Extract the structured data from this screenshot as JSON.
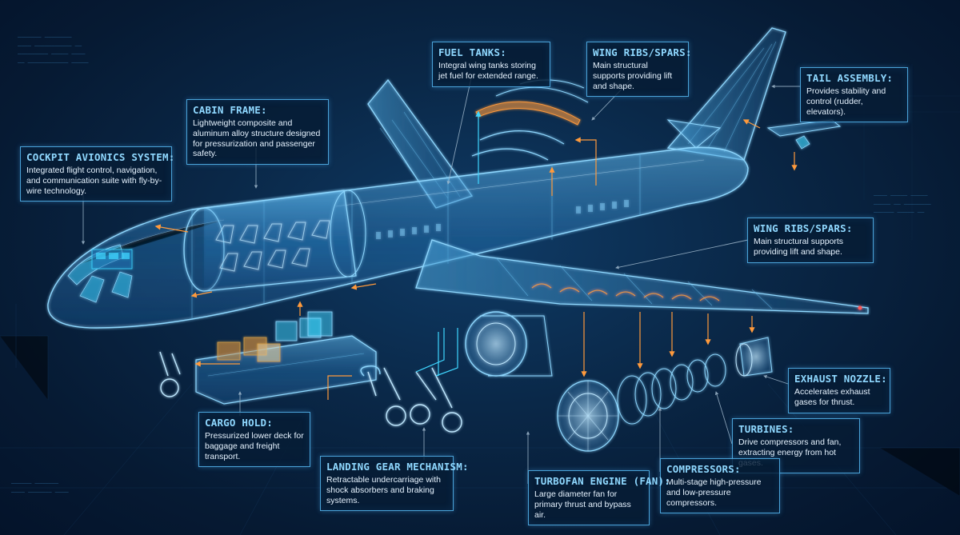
{
  "callouts": {
    "cockpit": {
      "title": "COCKPIT AVIONICS SYSTEM:",
      "desc": "Integrated flight control, navigation, and communication suite with fly-by-wire technology."
    },
    "cabin": {
      "title": "CABIN FRAME:",
      "desc": "Lightweight composite and aluminum alloy structure designed for pressurization and passenger safety."
    },
    "fuel": {
      "title": "FUEL TANKS:",
      "desc": "Integral wing tanks storing jet fuel for extended range."
    },
    "wing_ribs_top": {
      "title": "WING RIBS/SPARS:",
      "desc": "Main structural supports providing lift and shape."
    },
    "tail": {
      "title": "TAIL ASSEMBLY:",
      "desc": "Provides stability and control (rudder, elevators)."
    },
    "wing_ribs_mid": {
      "title": "WING RIBS/SPARS:",
      "desc": "Main structural supports providing lift and shape."
    },
    "exhaust": {
      "title": "EXHAUST NOZZLE:",
      "desc": "Accelerates exhaust gases for thrust."
    },
    "turbines": {
      "title": "TURBINES:",
      "desc": "Drive compressors and fan, extracting energy from hot gases."
    },
    "compressors": {
      "title": "COMPRESSORS:",
      "desc": "Multi-stage high-pressure and low-pressure compressors."
    },
    "turbofan": {
      "title": "TURBOFAN ENGINE (FAN):",
      "desc": "Large diameter fan for primary thrust and bypass air."
    },
    "landing_gear": {
      "title": "LANDING GEAR MECHANISM:",
      "desc": "Retractable undercarriage with shock absorbers and braking systems."
    },
    "cargo": {
      "title": "CARGO HOLD:",
      "desc": "Pressurized lower deck for baggage and freight transport."
    }
  },
  "colors": {
    "outline": "#8fd8ff",
    "glow": "#4aa3d8",
    "accent_orange": "#ff9a3c",
    "accent_cyan": "#3fd6ff",
    "pointer": "#9fb8cc"
  }
}
